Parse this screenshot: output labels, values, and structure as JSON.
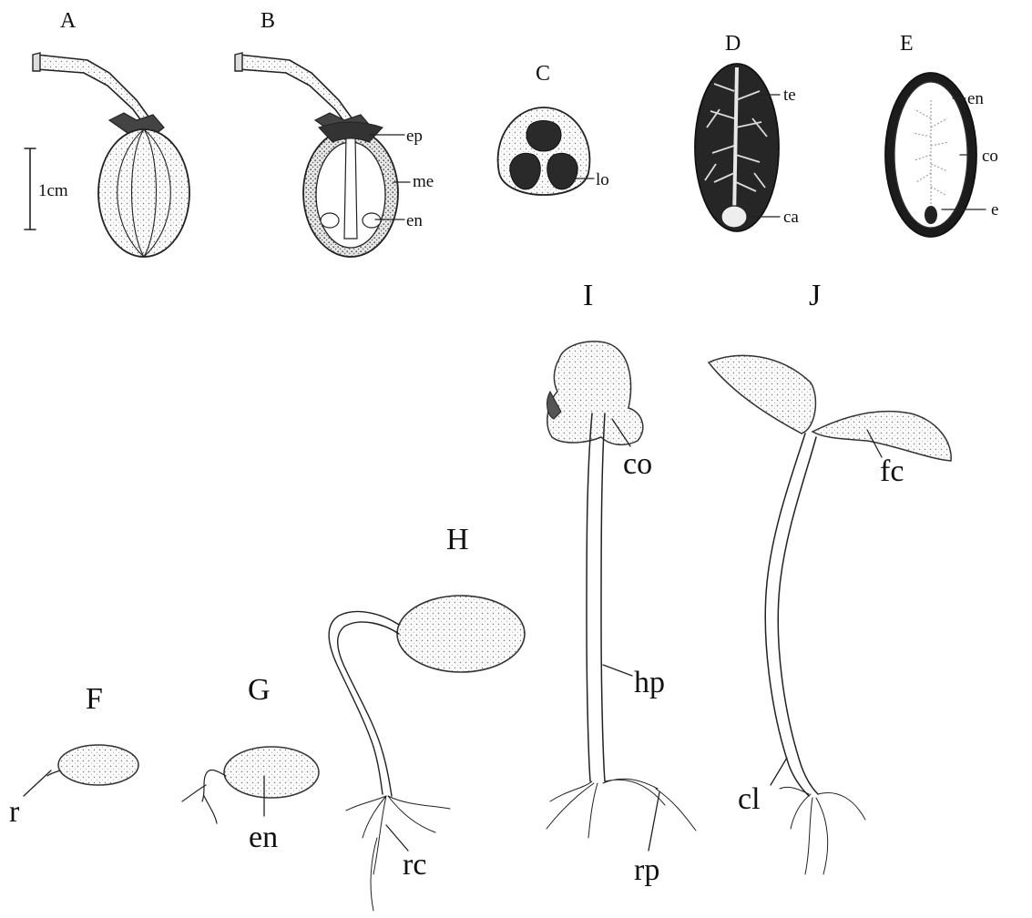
{
  "panels": {
    "A": "A",
    "B": "B",
    "C": "C",
    "D": "D",
    "E": "E",
    "F": "F",
    "G": "G",
    "H": "H",
    "I": "I",
    "J": "J"
  },
  "scale_bar": "1cm",
  "labels": {
    "b_ep": "ep",
    "b_me": "me",
    "b_en": "en",
    "c_lo": "lo",
    "d_te": "te",
    "d_ca": "ca",
    "e_en": "en",
    "e_co": "co",
    "e_e": "e",
    "f_r": "r",
    "g_en": "en",
    "h_rc": "rc",
    "i_co": "co",
    "i_hp": "hp",
    "i_rp": "rp",
    "j_fc": "fc",
    "j_cl": "cl"
  },
  "colors": {
    "ink": "#222222",
    "dark_fill": "#2a2a2a",
    "light_fill": "#f3f3f3"
  }
}
